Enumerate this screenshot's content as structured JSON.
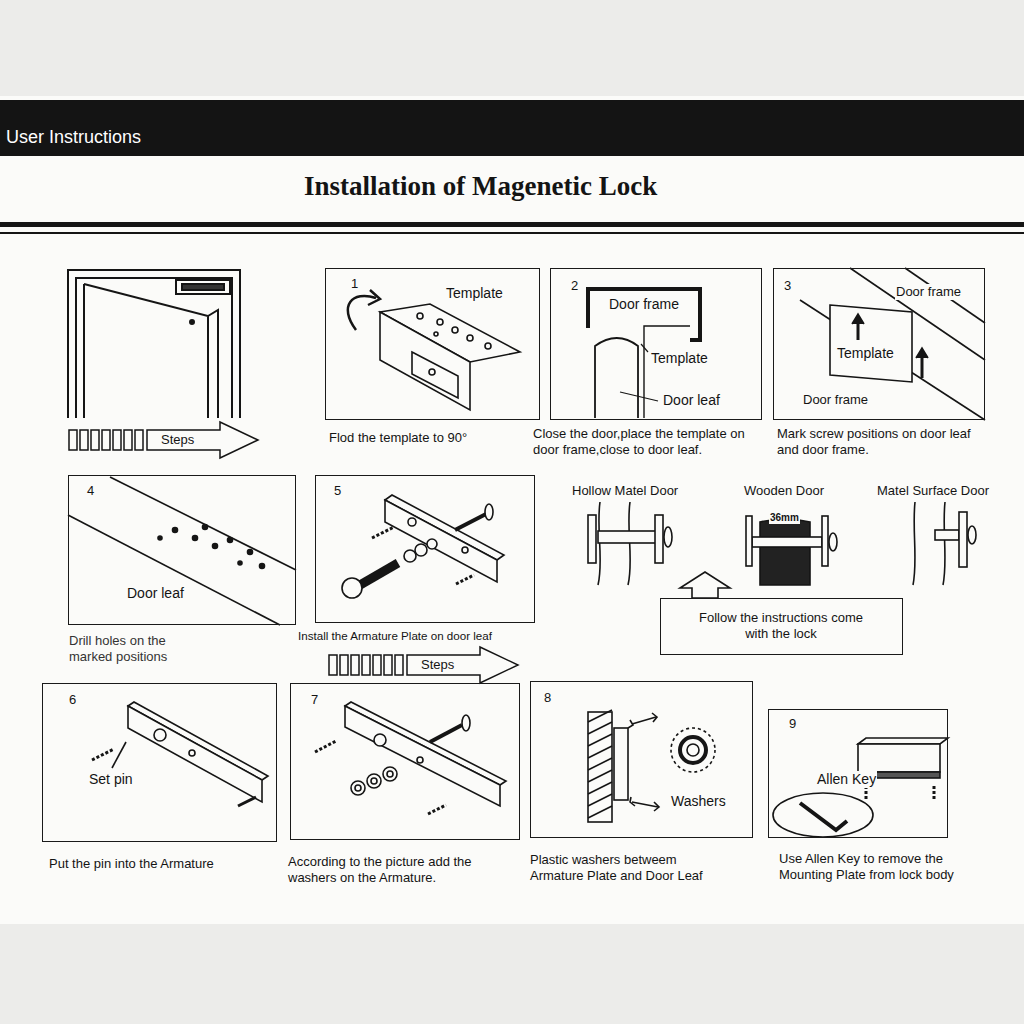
{
  "diagram": {
    "title": "Installation of Magenetic Lock",
    "nodes": [
      {
        "text": [
          "User Instructions"
        ]
      },
      {
        "text": [
          "Steps"
        ]
      },
      {
        "text": [
          "1",
          "Template",
          "Flod the template to 90°"
        ]
      },
      {
        "text": [
          "2",
          "Door frame",
          "Template",
          "Door leaf",
          "Close the door,place the template on door frame,close to door leaf."
        ]
      },
      {
        "text": [
          "3",
          "Door frame",
          "Template",
          "Door frame",
          "Mark screw positions on door leaf and door frame."
        ]
      },
      {
        "text": [
          "4",
          "Door leaf",
          "Drill holes on the marked positions"
        ]
      },
      {
        "text": [
          "5",
          "Install the Armature Plate on door leaf"
        ]
      },
      {
        "text": [
          "Steps"
        ]
      },
      {
        "text": [
          "Follow the instructions come with the lock"
        ]
      },
      {
        "text": [
          "6",
          "Set pin",
          "Put the pin into the Armature"
        ]
      },
      {
        "text": [
          "7",
          "According to the picture add the washers on the Armature."
        ]
      },
      {
        "text": [
          "8",
          "Washers",
          "Plastic washers betweem Armature Plate and Door Leaf"
        ]
      },
      {
        "text": [
          "9",
          "Allen Key",
          "Use Allen Key to remove the Mounting Plate from lock body"
        ]
      }
    ],
    "labels": [
      "Hollow Matel Door",
      "Wooden Door",
      "Matel Surface Door",
      "36mm"
    ]
  }
}
